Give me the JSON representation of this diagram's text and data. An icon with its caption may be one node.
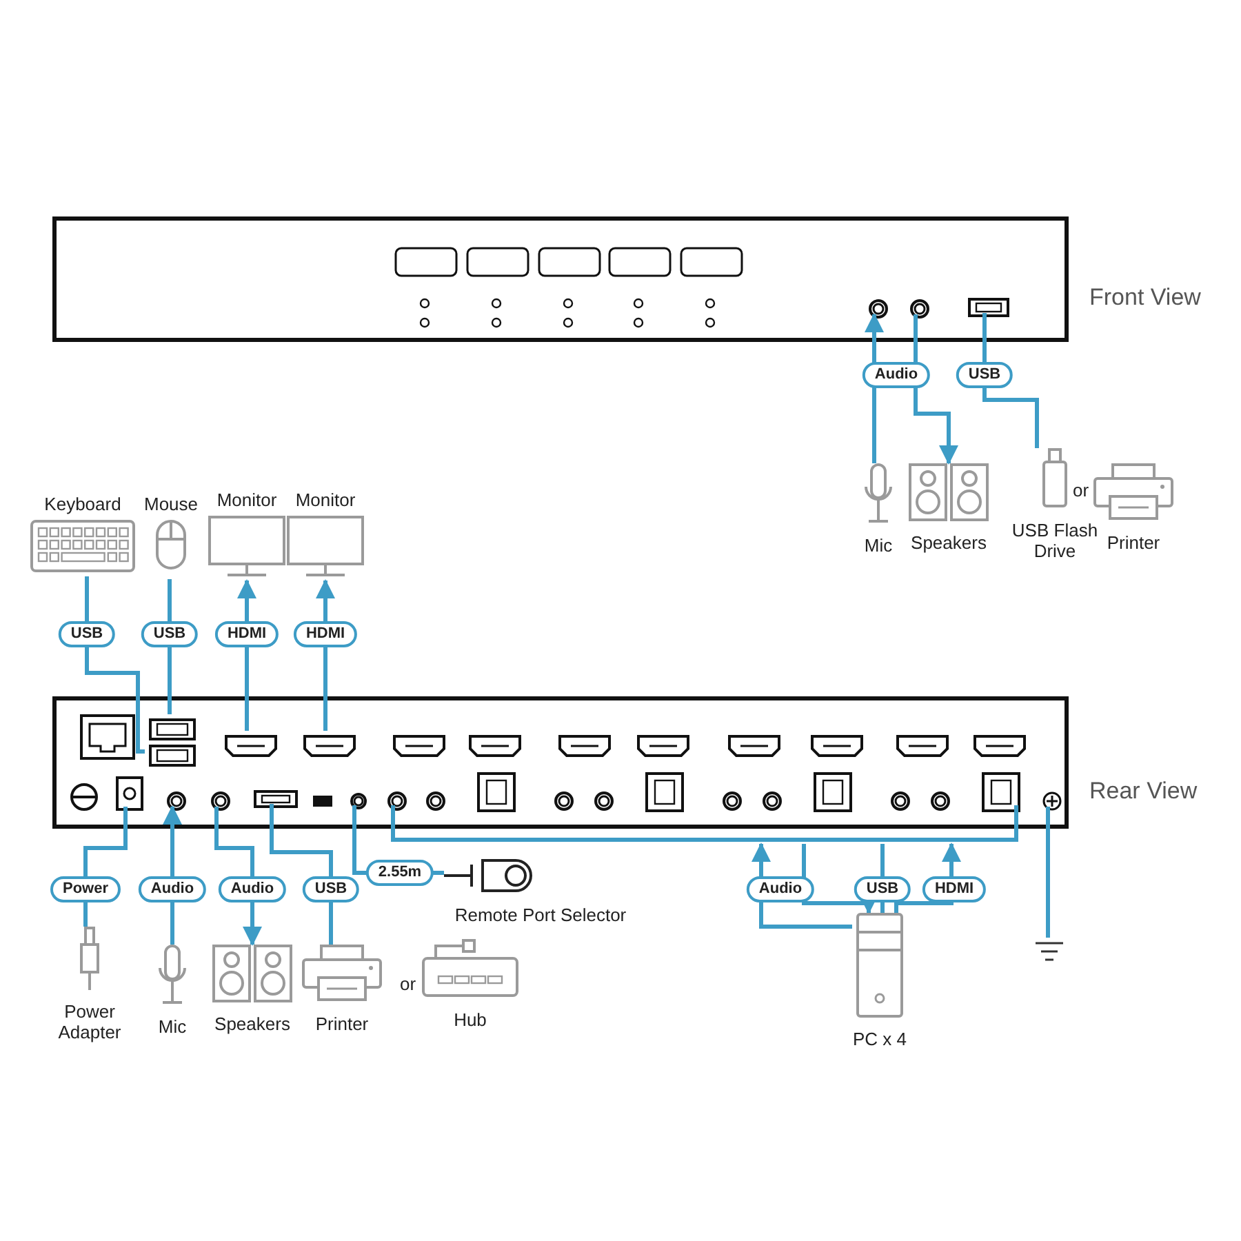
{
  "diagram": {
    "nodes": [
      {
        "text": [
          "Front View"
        ]
      },
      {
        "text": [],
        "shape": "circle",
        "in": 0
      },
      {
        "text": [],
        "shape": "circle",
        "in": 0
      },
      {
        "text": [],
        "shape": "box",
        "in": 0
      },
      {
        "text": [
          "Mic"
        ]
      },
      {
        "text": [
          "Speakers"
        ]
      },
      {
        "text": [
          "USB Flash Drive"
        ]
      },
      {
        "text": [
          "Printer"
        ]
      },
      {
        "text": [
          "Rear View"
        ]
      },
      {
        "text": [
          "Keyboard"
        ]
      },
      {
        "text": [
          "Mouse"
        ]
      },
      {
        "text": [
          "Monitor"
        ]
      },
      {
        "text": [
          "Monitor"
        ]
      },
      {
        "text": [],
        "shape": "box",
        "in": 8
      },
      {
        "text": [],
        "shape": "box",
        "in": 8
      },
      {
        "text": [],
        "shape": "box",
        "in": 8
      },
      {
        "text": [],
        "shape": "box",
        "in": 8
      },
      {
        "text": [],
        "shape": "box",
        "in": 8
      },
      {
        "text": [],
        "shape": "circle",
        "in": 8
      },
      {
        "text": [],
        "shape": "circle",
        "in": 8
      },
      {
        "text": [],
        "shape": "box",
        "in": 8
      },
      {
        "text": [],
        "shape": "circle",
        "in": 8
      },
      {
        "text": [],
        "shape": "bar"
      },
      {
        "text": [],
        "shape": "circle",
        "in": 8
      },
      {
        "text": [
          "Power Adapter"
        ]
      },
      {
        "text": [
          "Mic"
        ]
      },
      {
        "text": [
          "Speakers"
        ]
      },
      {
        "text": [
          "Printer"
        ]
      },
      {
        "text": [
          "Hub"
        ]
      },
      {
        "text": [
          "Remote Port Selector"
        ]
      },
      {
        "text": [
          "PC x 4"
        ]
      },
      {
        "text": [],
        "shape": "ground"
      },
      {
        "text": [],
        "shape": "box",
        "in": 8
      },
      {
        "text": [],
        "shape": "box",
        "in": 8
      },
      {
        "text": [],
        "shape": "box",
        "in": 8
      },
      {
        "text": [],
        "shape": "box",
        "in": 8
      },
      {
        "text": [],
        "shape": "box",
        "in": 8
      },
      {
        "text": [],
        "shape": "box",
        "in": 8
      },
      {
        "text": [],
        "shape": "box",
        "in": 8
      },
      {
        "text": [],
        "shape": "box",
        "in": 8
      },
      {
        "text": [],
        "shape": "box",
        "in": 8
      },
      {
        "text": [],
        "shape": "box",
        "in": 8
      },
      {
        "text": [],
        "shape": "box",
        "in": 8
      },
      {
        "text": [],
        "shape": "box",
        "in": 8
      },
      {
        "text": [],
        "shape": "circle",
        "in": 8
      },
      {
        "text": [],
        "shape": "circle",
        "in": 8
      },
      {
        "text": [],
        "shape": "circle",
        "in": 8
      },
      {
        "text": [],
        "shape": "circle",
        "in": 8
      },
      {
        "text": [],
        "shape": "circle",
        "in": 8
      },
      {
        "text": [],
        "shape": "circle",
        "in": 8
      },
      {
        "text": [],
        "shape": "circle",
        "in": 8
      },
      {
        "text": [],
        "shape": "circle",
        "in": 8
      },
      {
        "text": [],
        "shape": "box",
        "in": 8
      },
      {
        "text": [],
        "shape": "circle",
        "in": 8
      },
      {
        "text": [],
        "shape": "box",
        "in": 8
      }
    ],
    "edges": [
      {
        "from": 4,
        "to": 1,
        "arrow": "to",
        "label": "Audio"
      },
      {
        "from": 2,
        "to": 5,
        "arrow": "to"
      },
      {
        "from": 3,
        "to": 6,
        "arrow": "none",
        "label": "USB"
      },
      {
        "from": 9,
        "to": 14,
        "arrow": "none",
        "label": "USB"
      },
      {
        "from": 10,
        "to": 13,
        "arrow": "none",
        "label": "USB"
      },
      {
        "from": 15,
        "to": 11,
        "arrow": "to",
        "label": "HDMI"
      },
      {
        "from": 16,
        "to": 12,
        "arrow": "to",
        "label": "HDMI"
      },
      {
        "from": 17,
        "to": 24,
        "arrow": "none",
        "label": "Power"
      },
      {
        "from": 25,
        "to": 18,
        "arrow": "to",
        "label": "Audio"
      },
      {
        "from": 19,
        "to": 26,
        "arrow": "to",
        "label": "Audio"
      },
      {
        "from": 20,
        "to": 27,
        "arrow": "none",
        "label": "USB"
      },
      {
        "from": 21,
        "to": 29,
        "arrow": "none",
        "label": "2.55m"
      },
      {
        "from": 30,
        "to": 22,
        "arrow": "to",
        "label": "Audio"
      },
      {
        "from": 22,
        "to": 30,
        "arrow": "to"
      },
      {
        "from": 30,
        "to": 22,
        "arrow": "none",
        "label": "USB"
      },
      {
        "from": 30,
        "to": 22,
        "arrow": "to",
        "label": "HDMI"
      },
      {
        "from": 23,
        "to": 31,
        "arrow": "none"
      }
    ],
    "labels": [
      "or",
      "or"
    ]
  }
}
